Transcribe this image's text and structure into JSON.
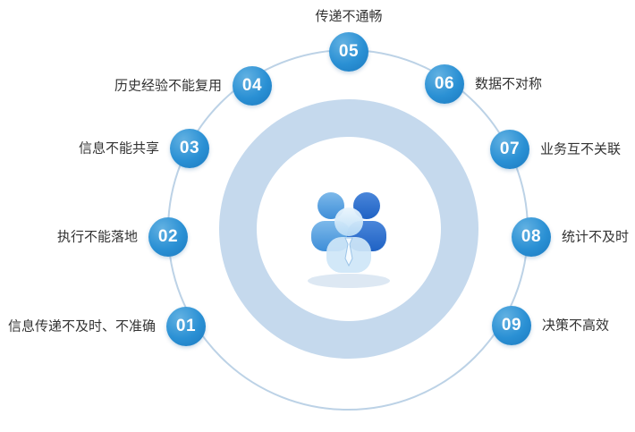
{
  "diagram": {
    "description": "nine-problem circular diagram around a users icon",
    "center_icon": "users-icon",
    "colors": {
      "bubble": "#2a90d4",
      "ring": "#c5d9ed",
      "orbit_outline": "#bcd2e6",
      "label_text": "#333333",
      "number_text": "#ffffff"
    },
    "items": [
      {
        "number": "01",
        "label": "信息传递不及时、不准确",
        "label_side": "left"
      },
      {
        "number": "02",
        "label": "执行不能落地",
        "label_side": "left"
      },
      {
        "number": "03",
        "label": "信息不能共享",
        "label_side": "left"
      },
      {
        "number": "04",
        "label": "历史经验不能复用",
        "label_side": "left"
      },
      {
        "number": "05",
        "label": "传递不通畅",
        "label_side": "top"
      },
      {
        "number": "06",
        "label": "数据不对称",
        "label_side": "right"
      },
      {
        "number": "07",
        "label": "业务互不关联",
        "label_side": "right"
      },
      {
        "number": "08",
        "label": "统计不及时",
        "label_side": "right"
      },
      {
        "number": "09",
        "label": "决策不高效",
        "label_side": "right"
      }
    ]
  }
}
